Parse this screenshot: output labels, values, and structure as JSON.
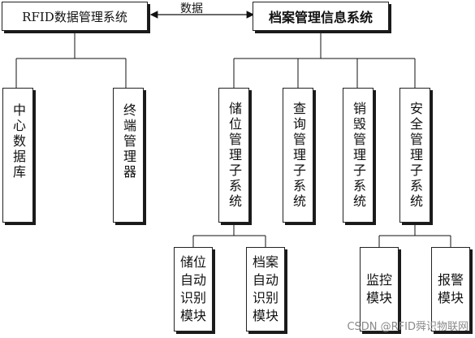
{
  "nodes": {
    "rfid_system": "RFID数据管理系统",
    "archive_system": "档案管理信息系统",
    "center_db": "中心数据库",
    "terminal_mgr": "终端管理器",
    "storage_sub": "储位管理子系统",
    "query_sub": "查询管理子系统",
    "destroy_sub": "销毁管理子系统",
    "security_sub": "安全管理子系统",
    "storage_auto_id": "储位自动识别模块",
    "archive_auto_id": "档案自动识别模块",
    "monitor_module": "监控模块",
    "alarm_module": "报警模块"
  },
  "edge_label": "数据",
  "watermark": "CSDN @RFID舜识物联网"
}
